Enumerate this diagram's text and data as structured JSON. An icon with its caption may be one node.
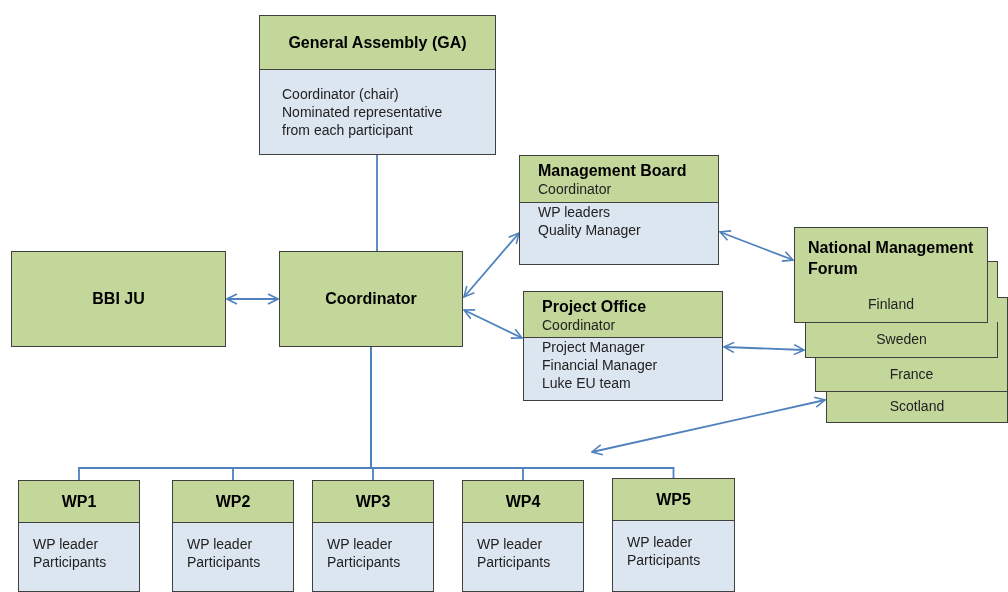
{
  "diagram": {
    "nodes": [
      {
        "text": [
          "General Assembly (GA)",
          "Coordinator (chair)",
          "Nominated representative from each participant"
        ]
      },
      {
        "text": [
          "Management Board",
          "Coordinator",
          "WP leaders",
          "Quality Manager"
        ]
      },
      {
        "text": [
          "BBI JU"
        ]
      },
      {
        "text": [
          "Coordinator"
        ]
      },
      {
        "text": [
          "Project Office",
          "Coordinator",
          "Project Manager",
          "Financial Manager",
          "Luke EU team"
        ]
      },
      {
        "text": [
          "National Management Forum",
          "Finland"
        ]
      },
      {
        "text": [
          "Sweden"
        ]
      },
      {
        "text": [
          "France"
        ]
      },
      {
        "text": [
          "Scotland"
        ]
      },
      {
        "text": [
          "WP1",
          "WP leader",
          "Participants"
        ]
      },
      {
        "text": [
          "WP2",
          "WP leader",
          "Participants"
        ]
      },
      {
        "text": [
          "WP3",
          "WP leader",
          "Participants"
        ]
      },
      {
        "text": [
          "WP4",
          "WP leader",
          "Participants"
        ]
      },
      {
        "text": [
          "WP5",
          "WP leader",
          "Participants"
        ]
      }
    ],
    "edges": [
      {
        "from": 0,
        "to": 3,
        "arrow": "none"
      },
      {
        "from": 3,
        "to": 1,
        "arrow": "both"
      },
      {
        "from": 2,
        "to": 3,
        "arrow": "both"
      },
      {
        "from": 3,
        "to": 4,
        "arrow": "both"
      },
      {
        "from": 1,
        "to": 5,
        "arrow": "both"
      },
      {
        "from": 4,
        "to": 6,
        "arrow": "both"
      },
      {
        "from": 8,
        "to": null,
        "arrow": "both"
      },
      {
        "from": 3,
        "to": 9,
        "arrow": "none"
      },
      {
        "from": 3,
        "to": 10,
        "arrow": "none"
      },
      {
        "from": 3,
        "to": 11,
        "arrow": "none"
      },
      {
        "from": 3,
        "to": 12,
        "arrow": "none"
      },
      {
        "from": 3,
        "to": 13,
        "arrow": "none"
      }
    ]
  }
}
